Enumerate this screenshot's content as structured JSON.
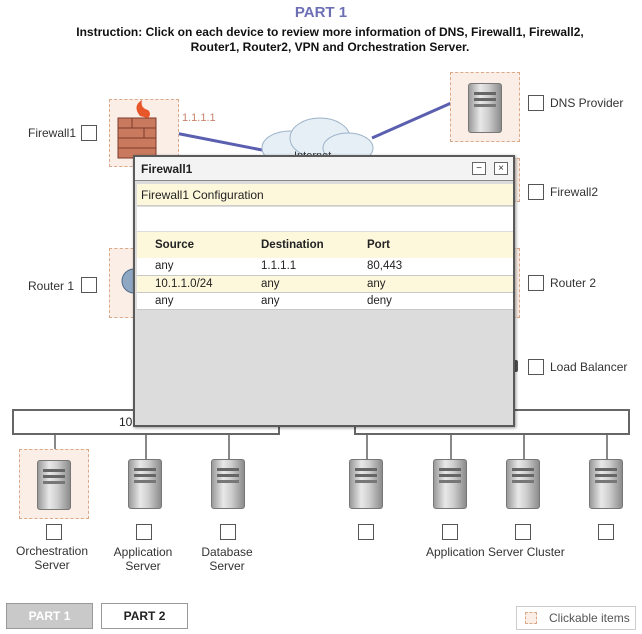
{
  "header": {
    "part_title": "PART 1",
    "instruction_line1": "Instruction: Click on each device to review more information of DNS, Firewall1, Firewall2,",
    "instruction_line2": "Router1, Router2, VPN and Orchestration Server."
  },
  "devices": {
    "firewall1": {
      "label": "Firewall1",
      "ip": "1.1.1.1"
    },
    "dns": {
      "label": "DNS Provider"
    },
    "firewall2": {
      "label": "Firewall2"
    },
    "router1": {
      "label": "Router 1"
    },
    "router2": {
      "label": "Router 2"
    },
    "load_balancer": {
      "label": "Load Balancer"
    },
    "internet": {
      "label": "Internet"
    },
    "network_label": "10",
    "orchestration": {
      "line1": "Orchestration",
      "line2": "Server"
    },
    "application": {
      "line1": "Application",
      "line2": "Server"
    },
    "database": {
      "line1": "Database",
      "line2": "Server"
    },
    "cluster": {
      "label": "Application Server Cluster"
    }
  },
  "popup": {
    "title": "Firewall1",
    "subtitle": "Firewall1 Configuration",
    "minimize": "−",
    "close": "×",
    "columns": [
      "Source",
      "Destination",
      "Port"
    ],
    "rows": [
      [
        "any",
        "1.1.1.1",
        "80,443"
      ],
      [
        "10.1.1.0/24",
        "any",
        "any"
      ],
      [
        "any",
        "any",
        "deny"
      ]
    ]
  },
  "footer": {
    "part1": "PART 1",
    "part2": "PART 2",
    "legend": "Clickable items"
  },
  "colors": {
    "title": "#6c6fb4",
    "clickable_fill": "#faeee7",
    "row_highlight": "#fdf8dc",
    "link_line": "#5b5fb0"
  }
}
